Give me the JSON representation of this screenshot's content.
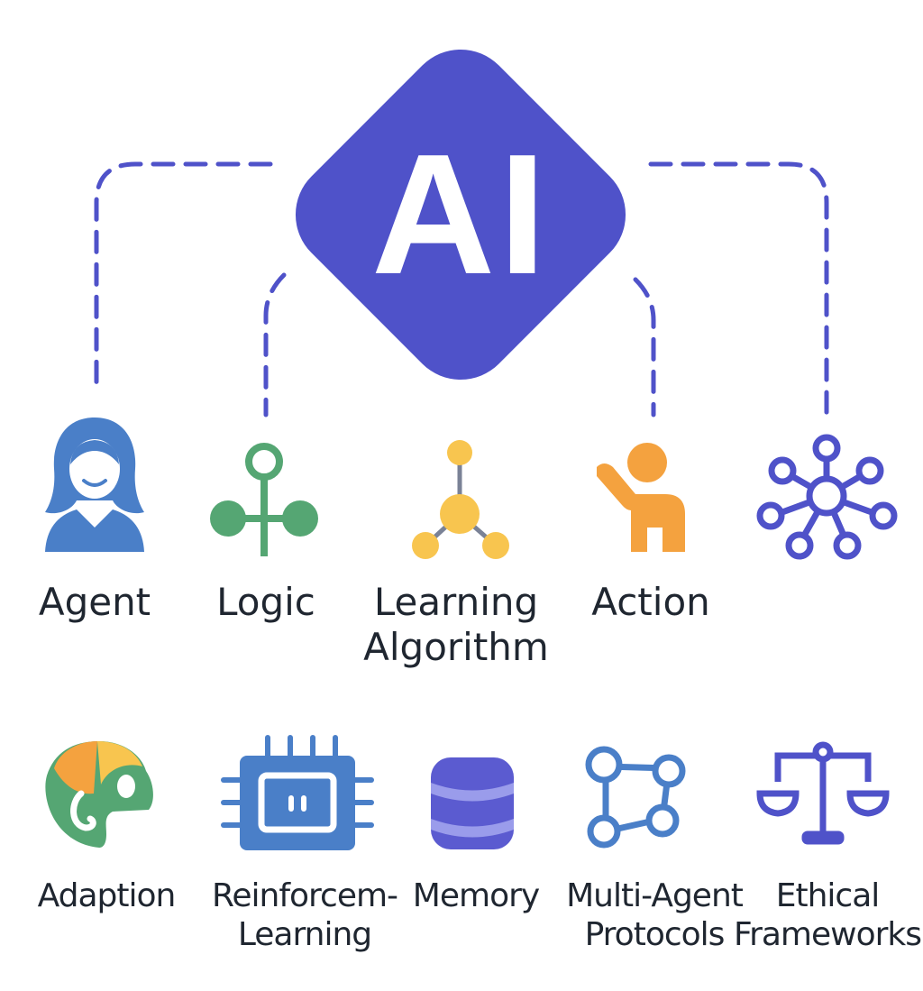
{
  "center": {
    "label": "AI",
    "color": "#4F52C9"
  },
  "connector_color": "#4F52C9",
  "row1": [
    {
      "label": "Agent",
      "icon": "person-headset-icon",
      "color": "#4A7FC8"
    },
    {
      "label": "Logic",
      "icon": "node-branch-icon",
      "color": "#55A673"
    },
    {
      "label": "Learning\nAlgorithm",
      "label_line1": "Learning",
      "label_line2": "Algorithm",
      "icon": "node-tree-icon",
      "color": "#F8C54F"
    },
    {
      "label": "Action",
      "icon": "person-raising-hand-icon",
      "color": "#F4A23F"
    },
    {
      "label": "",
      "icon": "network-hub-icon",
      "color": "#4F52C9"
    }
  ],
  "row2": [
    {
      "label_line1": "Adaption",
      "icon": "chameleon-icon",
      "color": "#55A673"
    },
    {
      "label_line1": "Reinforcem-",
      "label_line2": "Learning",
      "icon": "chip-icon",
      "color": "#4A7FC8"
    },
    {
      "label_line1": "Memory",
      "icon": "database-icon",
      "color": "#5B5BD0"
    },
    {
      "label_line1": "Multi-Agent",
      "label_line2": "Protocols",
      "icon": "connected-nodes-icon",
      "color": "#4A7FC8"
    },
    {
      "label_line1": "Ethical",
      "label_line2": "Frameworks",
      "icon": "scales-icon",
      "color": "#4F52C9"
    }
  ]
}
